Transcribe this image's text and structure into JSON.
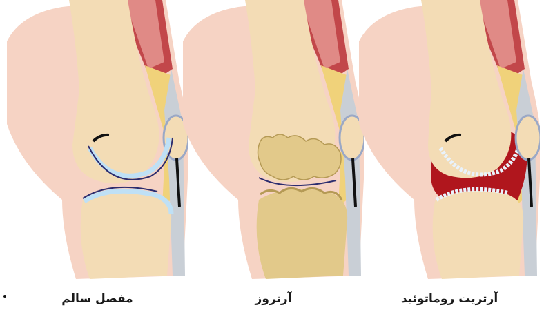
{
  "panels": [
    {
      "label": "مفصل سالم",
      "condition": "healthy",
      "colors": {
        "cartilage": "#bfe0f5",
        "bone": "#f3dcb5",
        "skin": "#f6d3c4"
      }
    },
    {
      "label": "آرتروز",
      "condition": "osteoarthritis",
      "colors": {
        "cartilage": "#e6d29a",
        "bone": "#e2c98a",
        "skin": "#f6d3c4"
      }
    },
    {
      "label": "آرتریت روماتوئید",
      "condition": "rheumatoid-arthritis",
      "colors": {
        "cartilage": "#e9f2fb",
        "bone": "#f3dcb5",
        "inflammation": "#b0161d",
        "skin": "#f6d3c4"
      }
    }
  ]
}
